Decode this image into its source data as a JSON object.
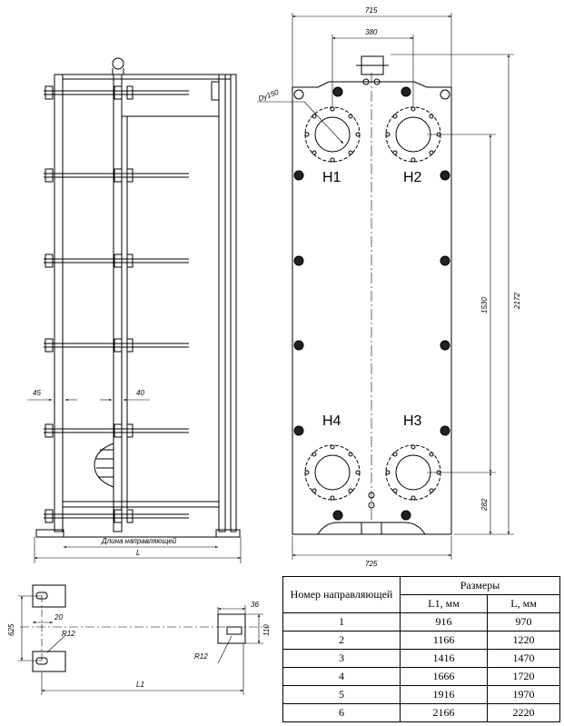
{
  "side_view": {
    "label_length": "Длина направляющей",
    "label_L": "L",
    "dim_left": "45",
    "dim_right": "40"
  },
  "front_view": {
    "width_top": "715",
    "port_spacing": "380",
    "width_bottom": "725",
    "port_diameter": "Dy150",
    "height_total": "2172",
    "port_vertical": "1530",
    "bottom_offset": "282",
    "ports": [
      "H1",
      "H2",
      "H4",
      "H3"
    ]
  },
  "detail": {
    "dim_625": "625",
    "dim_20": "20",
    "dim_r12_left": "R12",
    "dim_r12_right": "R12",
    "dim_36": "36",
    "dim_110": "110",
    "dim_L1": "L1"
  },
  "table": {
    "header_col1": "Номер направляющей",
    "header_group": "Размеры",
    "header_L1": "L1, мм",
    "header_L": "L, мм",
    "rows": [
      {
        "n": "1",
        "l1": "916",
        "l": "970"
      },
      {
        "n": "2",
        "l1": "1166",
        "l": "1220"
      },
      {
        "n": "3",
        "l1": "1416",
        "l": "1470"
      },
      {
        "n": "4",
        "l1": "1666",
        "l": "1720"
      },
      {
        "n": "5",
        "l1": "1916",
        "l": "1970"
      },
      {
        "n": "6",
        "l1": "2166",
        "l": "2220"
      }
    ]
  }
}
